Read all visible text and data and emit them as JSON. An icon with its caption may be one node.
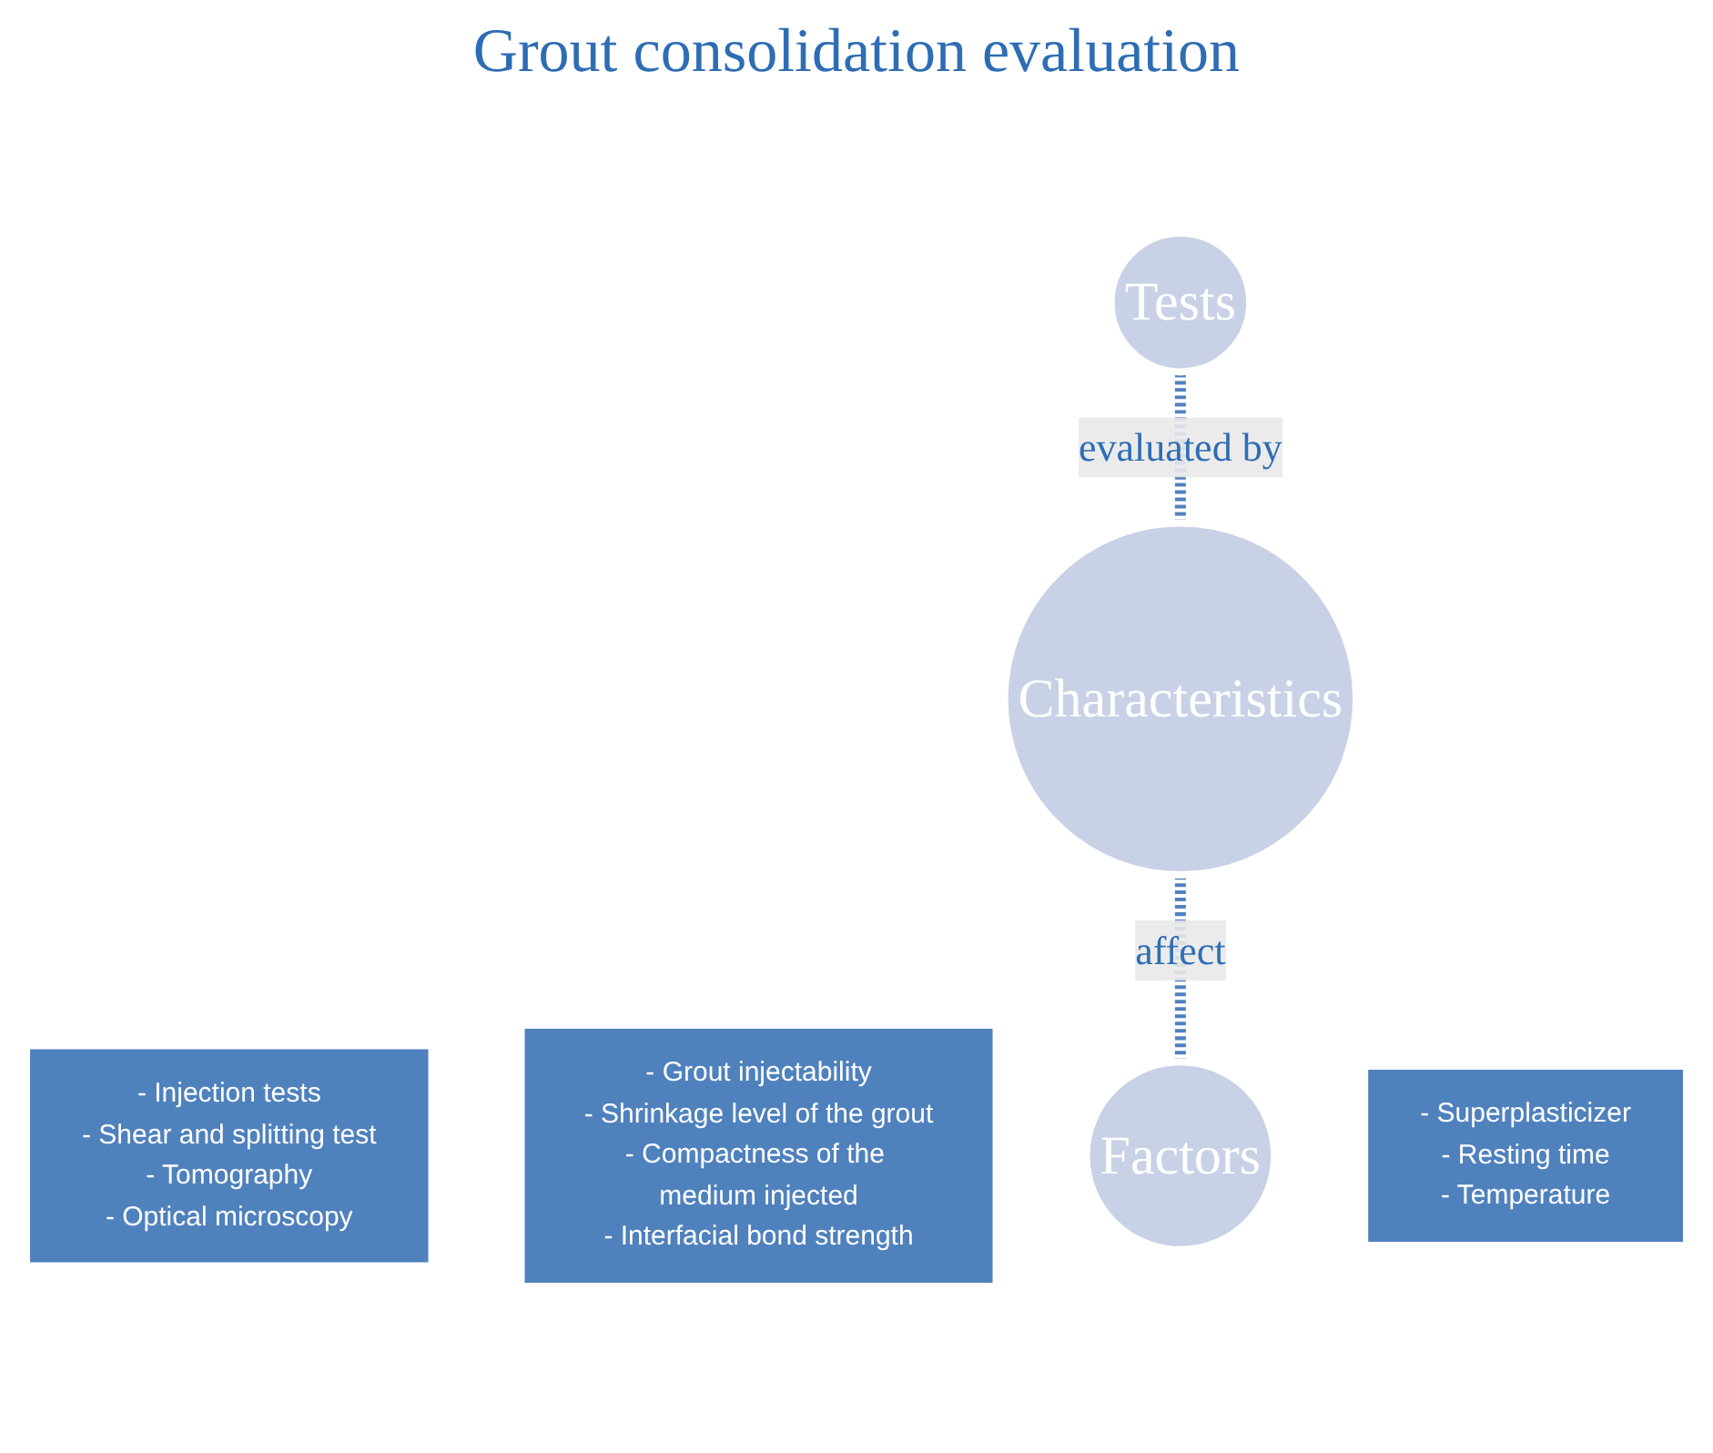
{
  "diagram": {
    "title": "Grout consolidation evaluation",
    "nodes": [
      {
        "text": [
          "Tests"
        ]
      },
      {
        "text": [
          "- Injection tests",
          "- Shear and splitting test",
          "- Tomography",
          "- Optical microscopy"
        ]
      },
      {
        "text": [
          "Characteristics"
        ]
      },
      {
        "text": [
          "- Grout injectability",
          "- Shrinkage level of the grout",
          "- Compactness of the medium injected",
          "- Interfacial bond strength"
        ]
      },
      {
        "text": [
          "Factors"
        ]
      },
      {
        "text": [
          "- Superplasticizer",
          "- Resting time",
          "- Temperature"
        ]
      }
    ],
    "edges": [
      {
        "from": 4,
        "to": 2,
        "arrow": "none",
        "label": "affect",
        "style": "dashed"
      },
      {
        "from": 2,
        "to": 0,
        "arrow": "none",
        "label": "evaluated by",
        "style": "dashed"
      }
    ]
  }
}
